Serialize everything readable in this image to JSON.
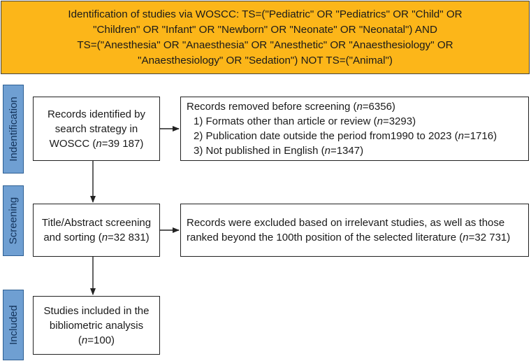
{
  "header": {
    "lines": [
      "Identification of studies via WOSCC: TS=(\"Pediatric\" OR \"Pediatrics\" OR \"Child\" OR",
      "\"Children\" OR \"Infant\" OR \"Newborn\" OR \"Neonate\" OR \"Neonatal\") AND",
      "TS=(\"Anesthesia\" OR \"Anaesthesia\" OR \"Anesthetic\" OR \"Anaesthesiology\" OR",
      "\"Anaesthesiology\" OR \"Sedation\") NOT TS=(\"Animal\")"
    ]
  },
  "stages": {
    "identification": "Indentification",
    "screening": "Screening",
    "included": "Included"
  },
  "identification": {
    "records": {
      "l1": "Records identified by",
      "l2": "search strategy in",
      "l3_pre": "WOSCC (",
      "n": "n",
      "l3_post": "=39 187)"
    },
    "removed": {
      "title_pre": "Records removed before screening (",
      "n": "n",
      "title_post": "=6356)",
      "item1_pre": "1) Formats other than article or review (",
      "item1_post": "=3293)",
      "item2_pre": "2) Publication date outside the period from1990 to 2023 (",
      "item2_post": "=1716)",
      "item3_pre": "3) Not published in English (",
      "item3_post": "=1347)"
    }
  },
  "screening": {
    "title": {
      "l1": "Title/Abstract screening",
      "l2_pre": "and sorting (",
      "n": "n",
      "l2_post": "=32 831)"
    },
    "excluded": {
      "l1": "Records were excluded based on irrelevant studies, as well as those",
      "l2_pre": "ranked beyond the 100th position of the selected literature  (",
      "n": "n",
      "l2_post": "=32 731)"
    }
  },
  "included": {
    "l1": "Studies included in the",
    "l2": "bibliometric analysis",
    "l3_pre": "(",
    "n": "n",
    "l3_post": "=100)"
  },
  "colors": {
    "header_bg": "#fcb619",
    "stage_bg": "#6f9fd2",
    "stage_text": "#14345c",
    "border": "#222222"
  }
}
